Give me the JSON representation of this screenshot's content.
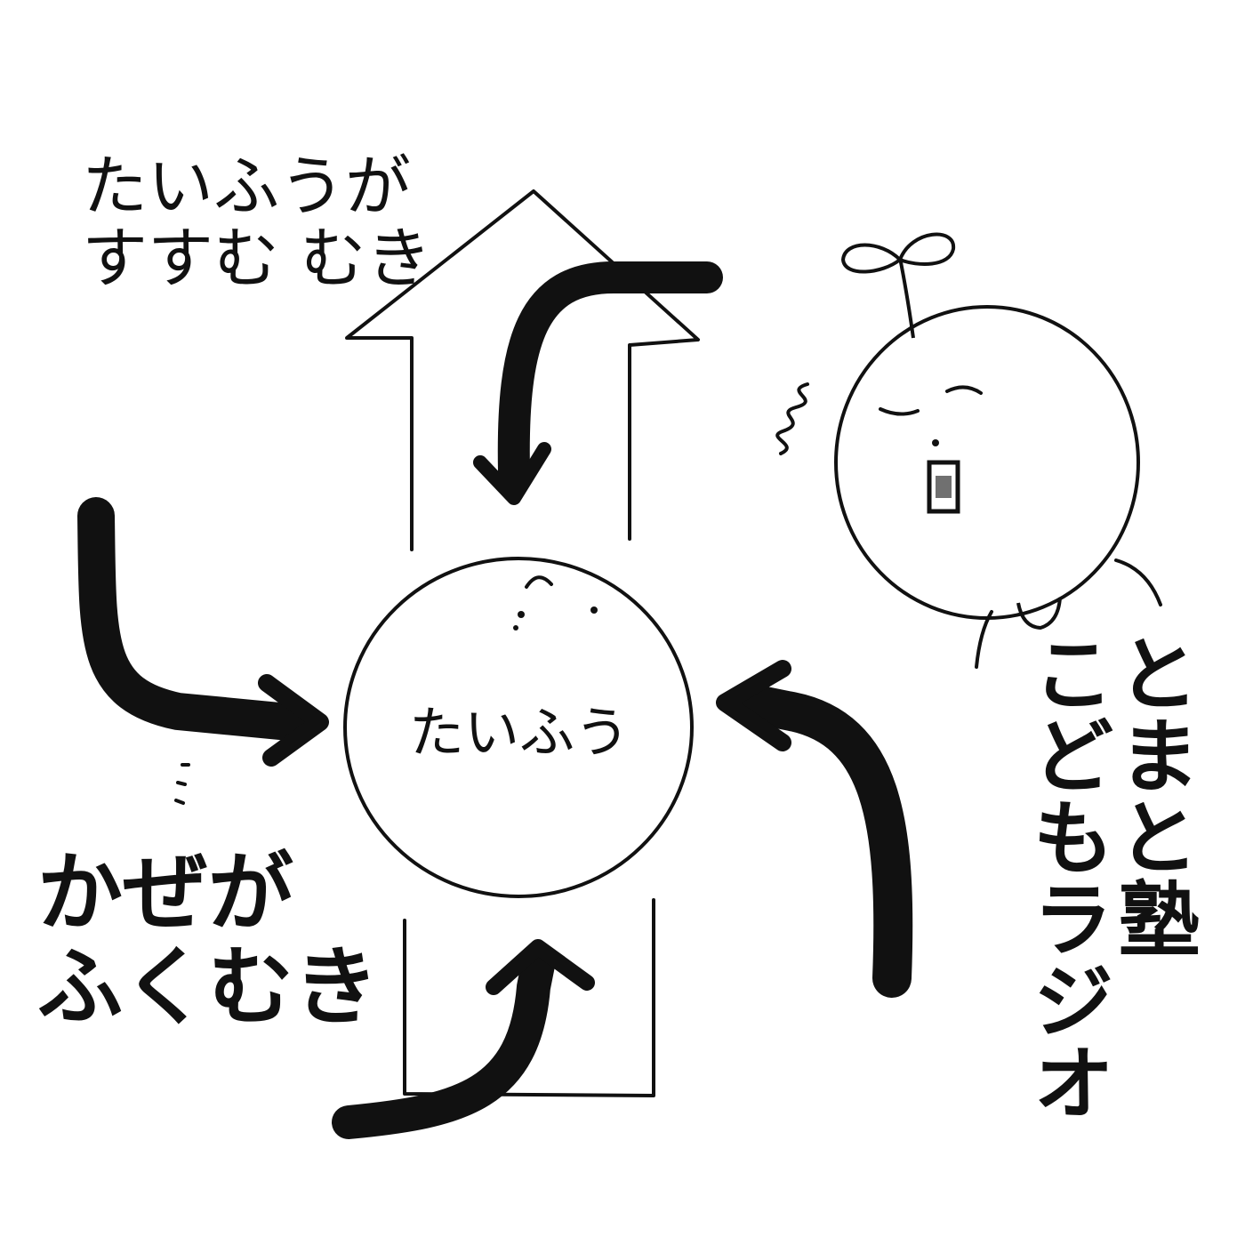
{
  "heading": {
    "line1": "たいふうが",
    "line2": "すすむ むき"
  },
  "typhoon_label": "たいふう",
  "wind_label": {
    "line1": "かぜが",
    "line2": "ふくむき"
  },
  "brand": {
    "line1": "とまと塾",
    "line2": "こどもラジオ"
  },
  "colors": {
    "ink": "#111111",
    "background": "#ffffff"
  }
}
